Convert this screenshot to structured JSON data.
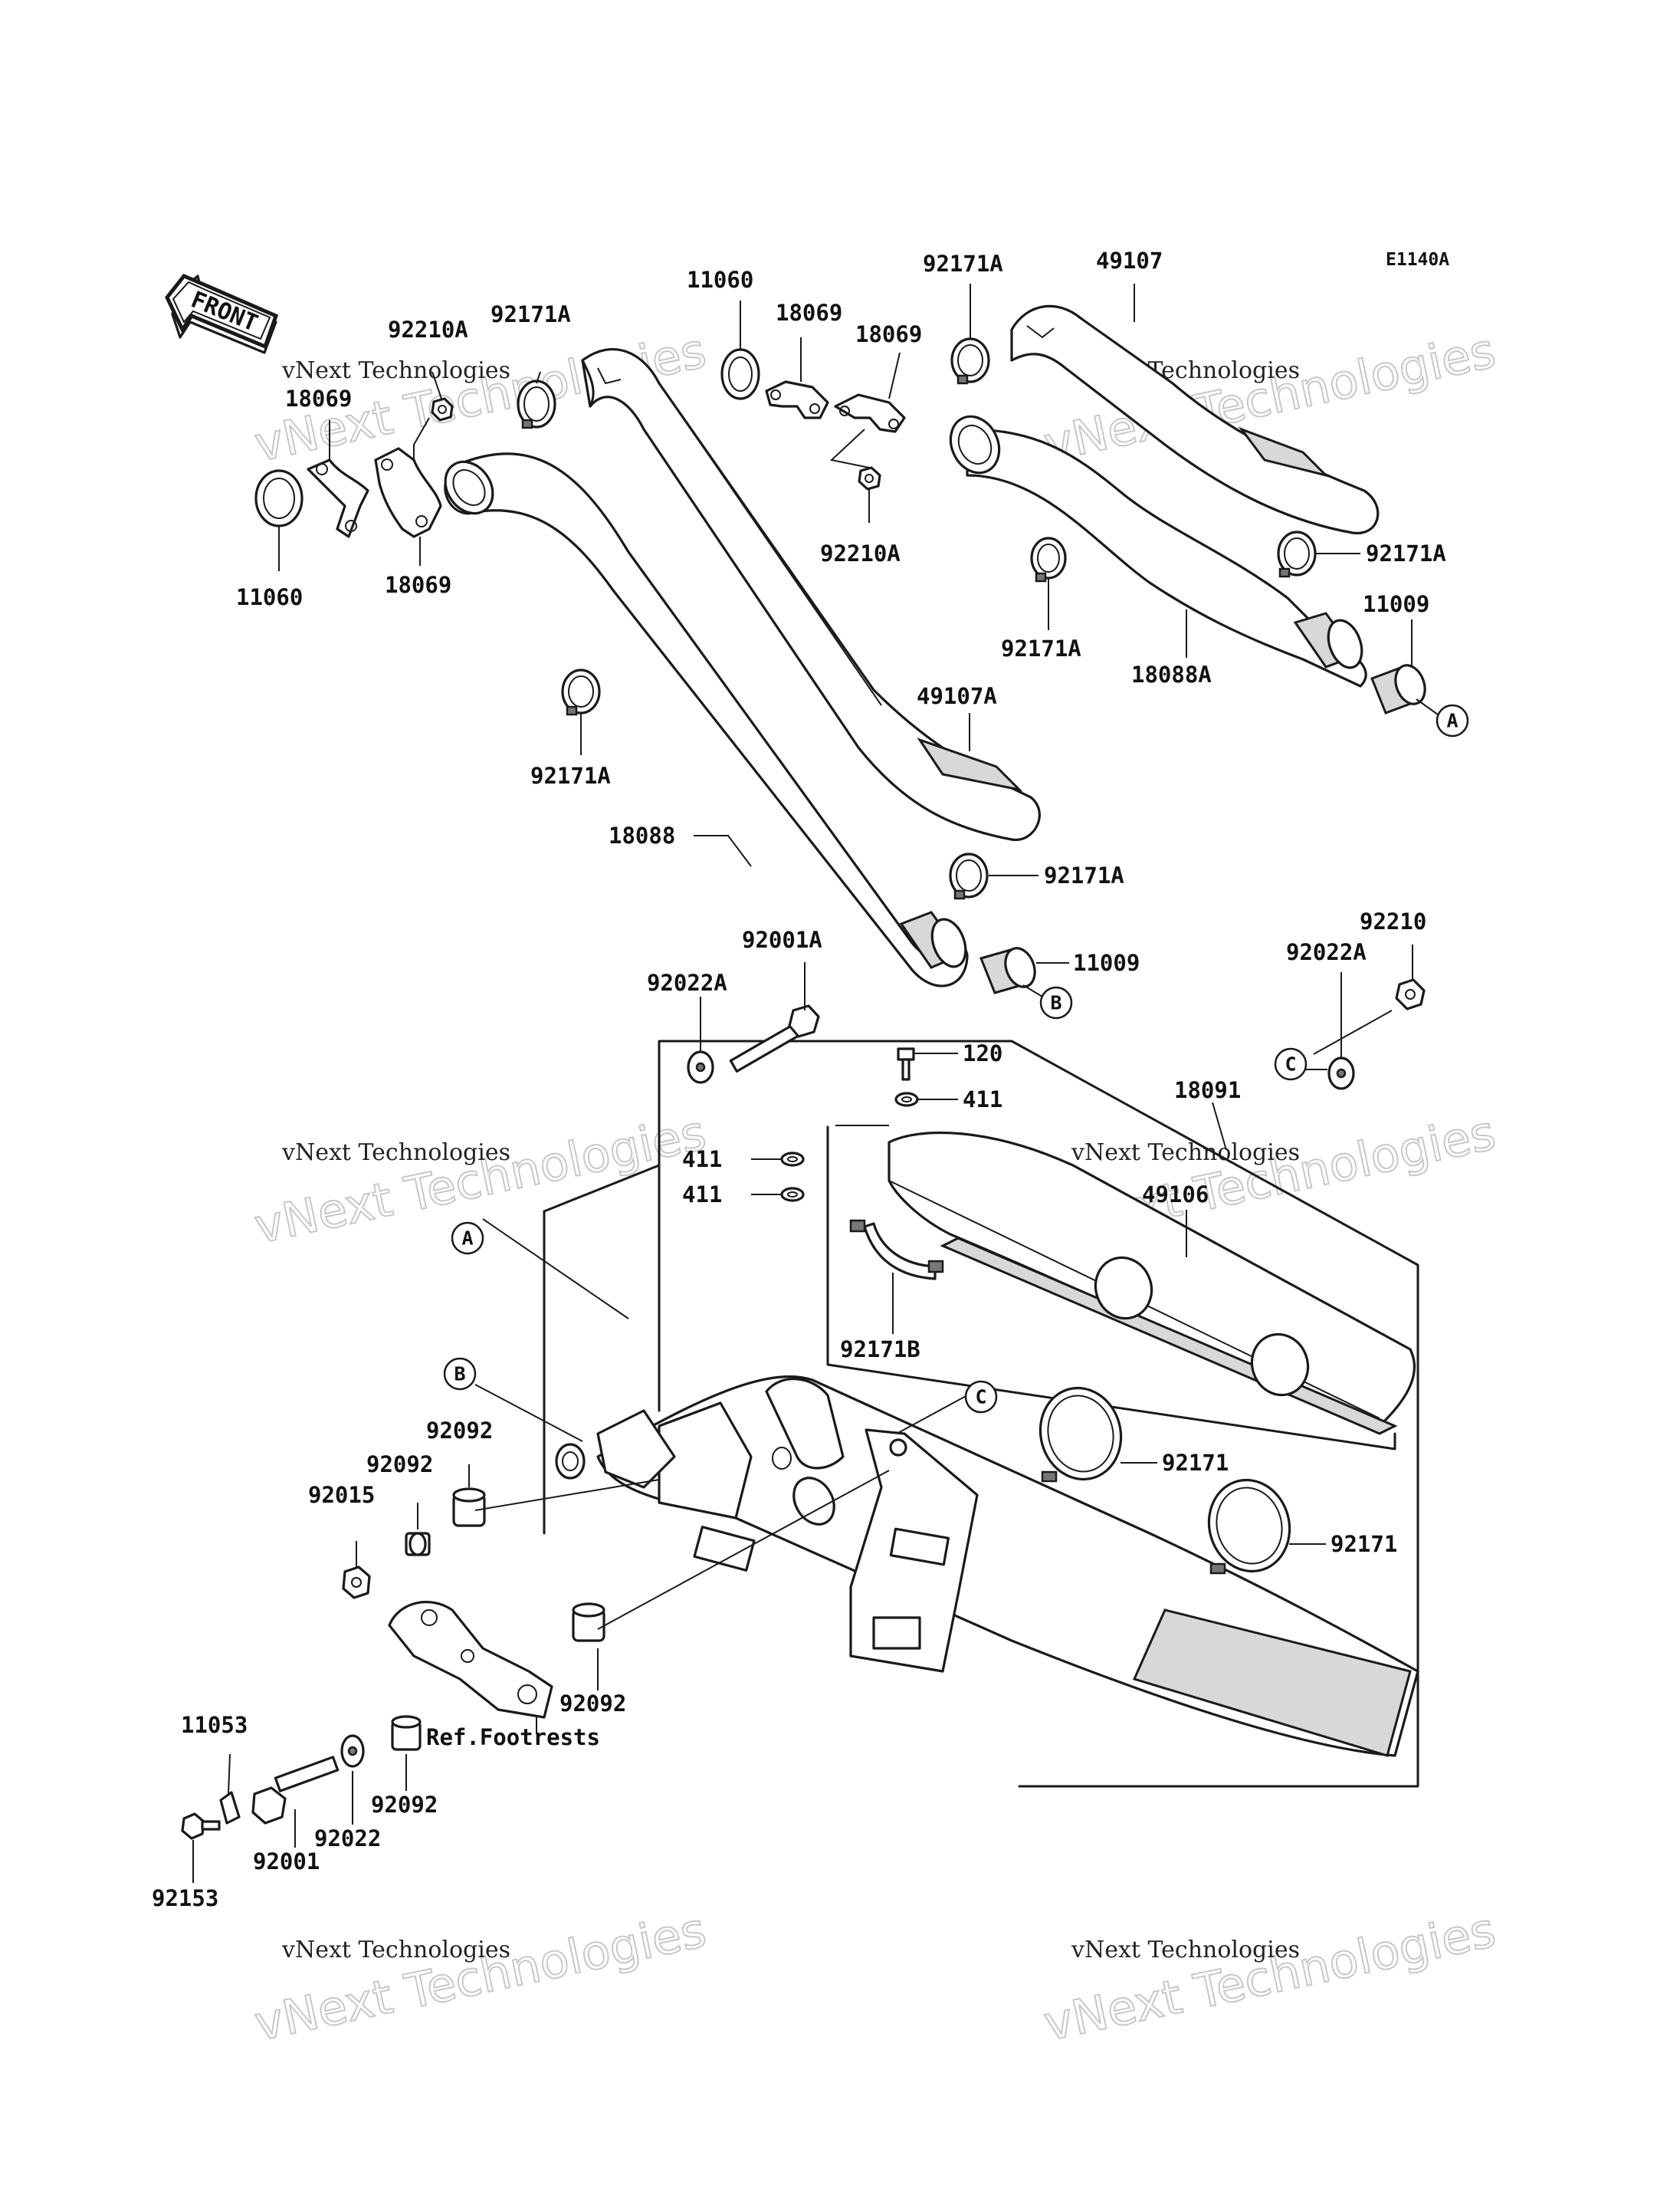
{
  "diagram": {
    "code": "E1140A",
    "front_label": "FRONT",
    "watermark": {
      "line1": "vNext Technologies",
      "line2": "vNext Technologies"
    },
    "callouts": {
      "A": "A",
      "B": "B",
      "C": "C"
    },
    "parts": {
      "p_92210A_l": "92210A",
      "p_92171A_tl": "92171A",
      "p_18069_tl": "18069",
      "p_11060_l": "11060",
      "p_18069_l": "18069",
      "p_11060_t": "11060",
      "p_18069_t1": "18069",
      "p_18069_t2": "18069",
      "p_92171A_t": "92171A",
      "p_49107": "49107",
      "p_92210A_m": "92210A",
      "p_92171A_r1": "92171A",
      "p_92171A_m": "92171A",
      "p_11009_r": "11009",
      "p_18088A": "18088A",
      "p_49107A": "49107A",
      "p_92171A_ll": "92171A",
      "p_18088": "18088",
      "p_92171A_mid": "92171A",
      "p_11009_m": "11009",
      "p_92001A": "92001A",
      "p_92022A_l": "92022A",
      "p_120": "120",
      "p_411_a": "411",
      "p_411_b": "411",
      "p_411_c": "411",
      "p_92210": "92210",
      "p_92022A_r": "92022A",
      "p_18091": "18091",
      "p_49106": "49106",
      "p_92171B": "92171B",
      "p_92171_a": "92171",
      "p_92171_b": "92171",
      "p_92092_a": "92092",
      "p_92092_b": "92092",
      "p_92015": "92015",
      "p_92092_c": "92092",
      "p_92092_d": "92092",
      "p_ref_footrests": "Ref.Footrests",
      "p_11053": "11053",
      "p_92022": "92022",
      "p_92001": "92001",
      "p_92153": "92153"
    }
  }
}
